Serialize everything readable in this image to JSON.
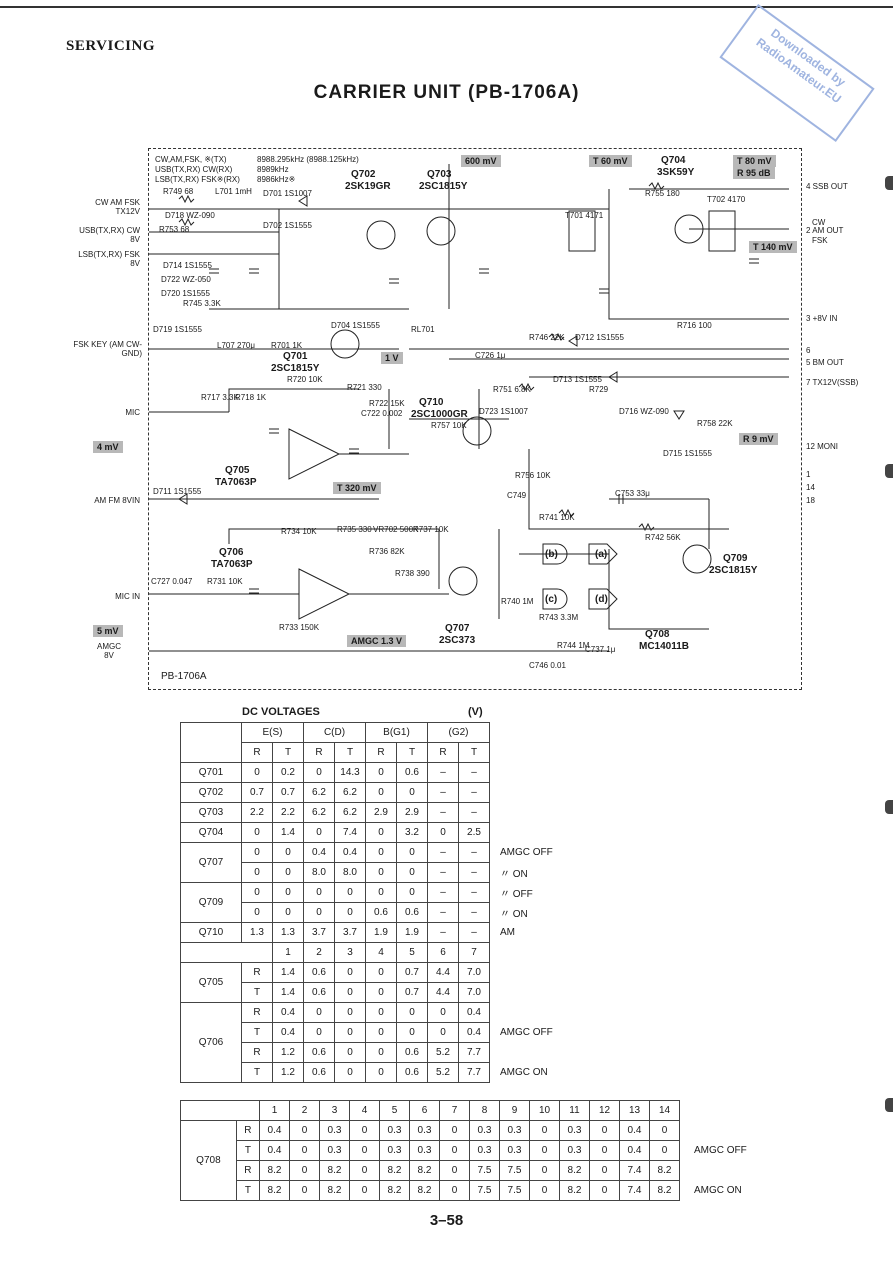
{
  "header": {
    "section": "SERVICING",
    "watermark_line1": "Downloaded by",
    "watermark_line2": "RadioAmateur.EU"
  },
  "title": "CARRIER UNIT (PB-1706A)",
  "schematic": {
    "board_label": "PB-1706A",
    "freq_table": {
      "row1_mode": "CW,AM,FSK, ※(TX)",
      "row1_freq": "8988.295kHz (8988.125kHz)",
      "row2_mode": "USB(TX,RX) CW(RX)",
      "row2_freq": "8989kHz",
      "row3_mode": "LSB(TX,RX) FSK※(RX)",
      "row3_freq": "8986kHz※"
    },
    "left_pins": [
      "CW AM FSK TX12V",
      "USB(TX,RX) CW 8V",
      "LSB(TX,RX) FSK 8V",
      "FSK KEY (AM CW-GND)",
      "MIC",
      "AM FM 8VIN",
      "MIC IN",
      "AMGC 8V"
    ],
    "right_pins": [
      "4 SSB OUT",
      "2 AM OUT",
      "CW",
      "FSK",
      "3 +8V IN",
      "6",
      "5 BM OUT",
      "7 TX12V(SSB)",
      "12 MONI",
      "1",
      "14",
      "18"
    ],
    "transistors": [
      {
        "ref": "Q702",
        "part": "2SK19GR"
      },
      {
        "ref": "Q703",
        "part": "2SC1815Y"
      },
      {
        "ref": "Q704",
        "part": "3SK59Y"
      },
      {
        "ref": "Q701",
        "part": "2SC1815Y"
      },
      {
        "ref": "Q710",
        "part": "2SC1000GR"
      },
      {
        "ref": "Q705",
        "part": "TA7063P"
      },
      {
        "ref": "Q706",
        "part": "TA7063P"
      },
      {
        "ref": "Q707",
        "part": "2SC373"
      },
      {
        "ref": "Q709",
        "part": "2SC1815Y"
      },
      {
        "ref": "Q708",
        "part": "MC14011B"
      }
    ],
    "level_boxes": [
      "600 mV",
      "T 60 mV",
      "T 80 mV",
      "R 95 dB",
      "T 140 mV",
      "1 V",
      "4 mV",
      "T 320 mV",
      "R 9 mV",
      "5 mV",
      "AMGC 1.3 V"
    ],
    "components": [
      "R749 68",
      "L701 1mH",
      "D701 1S1007",
      "D702 1S1555",
      "D718 WZ-090",
      "R753 68",
      "D714 1S1555",
      "D722 WZ-050",
      "D720 1S1555",
      "R745 3.3K",
      "D719 1S1555",
      "L707 270μ",
      "R701 1K",
      "D704 1S1555",
      "R755 180",
      "T702 4170",
      "T701 4171",
      "R716 100",
      "R746 22K",
      "D712 1S1555",
      "RL701",
      "C726 1μ",
      "R720 10K",
      "R721 330",
      "R751 6.8K",
      "D713 1S1555",
      "R729",
      "D716 WZ-090",
      "D715 1S1555",
      "R758 22K",
      "R717 3.3K",
      "R718 1K",
      "R722 15K",
      "C722 0.002",
      "R757 10K",
      "D723 1S1007",
      "R756 10K",
      "C749",
      "D711 1S1555",
      "R741 10K",
      "C753 33μ",
      "R742 56K",
      "R734 10K",
      "R735 330",
      "VR702 500K",
      "R737 10K",
      "R736 82K",
      "C727 0.047",
      "R731 10K",
      "R738 390",
      "R743 3.3M",
      "R744 1M",
      "C737 1μ",
      "C746 0.01",
      "R733 150K",
      "R740 1M"
    ],
    "gates": [
      "(a)",
      "(b)",
      "(c)",
      "(d)"
    ]
  },
  "dc_voltages": {
    "title": "DC VOLTAGES",
    "unit": "(V)",
    "groups": [
      "E(S)",
      "C(D)",
      "B(G1)",
      "(G2)"
    ],
    "subheaders": [
      "R",
      "T",
      "R",
      "T",
      "R",
      "T",
      "R",
      "T"
    ],
    "rows": [
      {
        "ref": "Q701",
        "vals": [
          "0",
          "0.2",
          "0",
          "14.3",
          "0",
          "0.6",
          "–",
          "–"
        ],
        "note": ""
      },
      {
        "ref": "Q702",
        "vals": [
          "0.7",
          "0.7",
          "6.2",
          "6.2",
          "0",
          "0",
          "–",
          "–"
        ],
        "note": ""
      },
      {
        "ref": "Q703",
        "vals": [
          "2.2",
          "2.2",
          "6.2",
          "6.2",
          "2.9",
          "2.9",
          "–",
          "–"
        ],
        "note": ""
      },
      {
        "ref": "Q704",
        "vals": [
          "0",
          "1.4",
          "0",
          "7.4",
          "0",
          "3.2",
          "0",
          "2.5"
        ],
        "note": ""
      },
      {
        "ref": "Q707",
        "vals": [
          "0",
          "0",
          "0.4",
          "0.4",
          "0",
          "0",
          "–",
          "–"
        ],
        "note": "AMGC OFF"
      },
      {
        "ref": "",
        "vals": [
          "0",
          "0",
          "8.0",
          "8.0",
          "0",
          "0",
          "–",
          "–"
        ],
        "note": "〃  ON"
      },
      {
        "ref": "Q709",
        "vals": [
          "0",
          "0",
          "0",
          "0",
          "0",
          "0",
          "–",
          "–"
        ],
        "note": "〃  OFF"
      },
      {
        "ref": "",
        "vals": [
          "0",
          "0",
          "0",
          "0",
          "0.6",
          "0.6",
          "–",
          "–"
        ],
        "note": "〃  ON"
      },
      {
        "ref": "Q710",
        "vals": [
          "1.3",
          "1.3",
          "3.7",
          "3.7",
          "1.9",
          "1.9",
          "–",
          "–"
        ],
        "note": "AM"
      }
    ],
    "ic_pins": [
      "1",
      "2",
      "3",
      "4",
      "5",
      "6",
      "7"
    ],
    "ic_rows": [
      {
        "ref": "Q705",
        "mode": "R",
        "vals": [
          "1.4",
          "0.6",
          "0",
          "0",
          "0.7",
          "4.4",
          "7.0"
        ],
        "note": ""
      },
      {
        "ref": "",
        "mode": "T",
        "vals": [
          "1.4",
          "0.6",
          "0",
          "0",
          "0.7",
          "4.4",
          "7.0"
        ],
        "note": ""
      },
      {
        "ref": "Q706",
        "mode": "R",
        "vals": [
          "0.4",
          "0",
          "0",
          "0",
          "0",
          "0",
          "0.4"
        ],
        "note": ""
      },
      {
        "ref": "",
        "mode": "T",
        "vals": [
          "0.4",
          "0",
          "0",
          "0",
          "0",
          "0",
          "0.4"
        ],
        "note": "AMGC OFF"
      },
      {
        "ref": "",
        "mode": "R",
        "vals": [
          "1.2",
          "0.6",
          "0",
          "0",
          "0.6",
          "5.2",
          "7.7"
        ],
        "note": ""
      },
      {
        "ref": "",
        "mode": "T",
        "vals": [
          "1.2",
          "0.6",
          "0",
          "0",
          "0.6",
          "5.2",
          "7.7"
        ],
        "note": "AMGC ON"
      }
    ]
  },
  "q708_table": {
    "ref": "Q708",
    "pins": [
      "1",
      "2",
      "3",
      "4",
      "5",
      "6",
      "7",
      "8",
      "9",
      "10",
      "11",
      "12",
      "13",
      "14"
    ],
    "rows": [
      {
        "mode": "R",
        "vals": [
          "0.4",
          "0",
          "0.3",
          "0",
          "0.3",
          "0.3",
          "0",
          "0.3",
          "0.3",
          "0",
          "0.3",
          "0",
          "0.4",
          "0"
        ],
        "note": ""
      },
      {
        "mode": "T",
        "vals": [
          "0.4",
          "0",
          "0.3",
          "0",
          "0.3",
          "0.3",
          "0",
          "0.3",
          "0.3",
          "0",
          "0.3",
          "0",
          "0.4",
          "0"
        ],
        "note": "AMGC OFF"
      },
      {
        "mode": "R",
        "vals": [
          "8.2",
          "0",
          "8.2",
          "0",
          "8.2",
          "8.2",
          "0",
          "7.5",
          "7.5",
          "0",
          "8.2",
          "0",
          "7.4",
          "8.2"
        ],
        "note": ""
      },
      {
        "mode": "T",
        "vals": [
          "8.2",
          "0",
          "8.2",
          "0",
          "8.2",
          "8.2",
          "0",
          "7.5",
          "7.5",
          "0",
          "8.2",
          "0",
          "7.4",
          "8.2"
        ],
        "note": "AMGC ON"
      }
    ]
  },
  "page_number": "3–58"
}
